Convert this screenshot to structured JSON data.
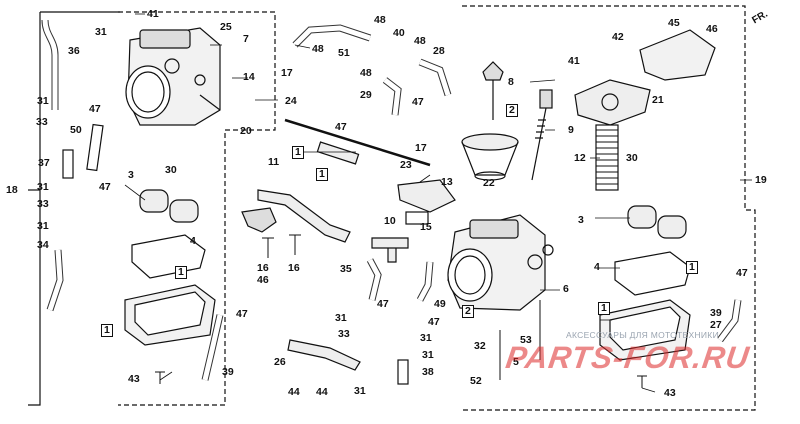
{
  "diagram": {
    "orientation_mark": "FR.",
    "watermark_line": "АКСЕССУАРЫ ДЛЯ МОТОТЕХНИКИ",
    "watermark_brand": "PARTS-FOR.RU",
    "callouts": {
      "c41a": "41",
      "c25": "25",
      "c7": "7",
      "c31a": "31",
      "c36": "36",
      "c14": "14",
      "c17a": "17",
      "c24": "24",
      "c20": "20",
      "c48a": "48",
      "c51": "51",
      "c48b": "48",
      "c40": "40",
      "c48c": "48",
      "c28": "28",
      "c48d": "48",
      "c29": "29",
      "c47a": "47",
      "c47b": "47",
      "c8": "8",
      "c2a": "2",
      "c9": "9",
      "c22": "22",
      "c41b": "41",
      "c42": "42",
      "c45": "45",
      "c46": "46",
      "c21": "21",
      "c12": "12",
      "c30a": "30",
      "c19": "19",
      "c18": "18",
      "c31b": "31",
      "c47c": "47",
      "c33a": "33",
      "c50": "50",
      "c37": "37",
      "c31c": "31",
      "c47d": "47",
      "c33b": "33",
      "c31d": "31",
      "c34": "34",
      "c3a": "3",
      "c30b": "30",
      "c4a": "4",
      "c1a": "1",
      "c1b": "1",
      "c43a": "43",
      "c47e": "47",
      "c39a": "39",
      "c11": "11",
      "c1c": "1",
      "c1d": "1",
      "c17b": "17",
      "c23": "23",
      "c13": "13",
      "c10": "10",
      "c15": "15",
      "c16a": "16",
      "c46b": "46",
      "c16b": "16",
      "c35": "35",
      "c31e": "31",
      "c47f": "47",
      "c33c": "33",
      "c47g": "47",
      "c49": "49",
      "c31f": "31",
      "c26": "26",
      "c44a": "44",
      "c44b": "44",
      "c31g": "31",
      "c38": "38",
      "c31h": "31",
      "c2b": "2",
      "c6": "6",
      "c53": "53",
      "c32": "32",
      "c5": "5",
      "c52": "52",
      "c1e": "1",
      "c3b": "3",
      "c4b": "4",
      "c1f": "1",
      "c47h": "47",
      "c39b": "39",
      "c27": "27",
      "c43b": "43"
    }
  }
}
